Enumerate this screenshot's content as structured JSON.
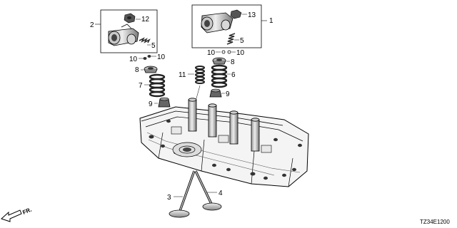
{
  "diagram_code": "TZ34E1200",
  "direction_label": "FR.",
  "callouts": {
    "c1": "1",
    "c2": "2",
    "c3": "3",
    "c4": "4",
    "c5a": "5",
    "c5b": "5",
    "c6": "6",
    "c7": "7",
    "c8a": "8",
    "c8b": "8",
    "c9a": "9",
    "c9b": "9",
    "c10a": "10",
    "c10b": "10",
    "c10c": "10",
    "c11": "11",
    "c12": "12",
    "c13": "13"
  }
}
